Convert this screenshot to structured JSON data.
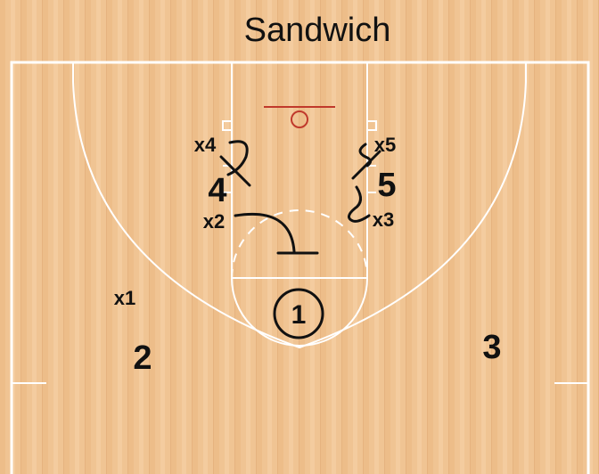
{
  "diagram": {
    "title": "Sandwich",
    "colors": {
      "floor_light": "#f2c89a",
      "floor_mid": "#e9b987",
      "court_lines": "#ffffff",
      "rim": "#c0392b",
      "ink": "#111111"
    },
    "offense": [
      {
        "id": "1",
        "label": "1",
        "has_ball": true
      },
      {
        "id": "2",
        "label": "2"
      },
      {
        "id": "3",
        "label": "3"
      },
      {
        "id": "4",
        "label": "4"
      },
      {
        "id": "5",
        "label": "5"
      }
    ],
    "defense": [
      {
        "id": "x1",
        "label": "x1"
      },
      {
        "id": "x2",
        "label": "x2"
      },
      {
        "id": "x3",
        "label": "x3"
      },
      {
        "id": "x4",
        "label": "x4"
      },
      {
        "id": "x5",
        "label": "x5"
      }
    ]
  }
}
